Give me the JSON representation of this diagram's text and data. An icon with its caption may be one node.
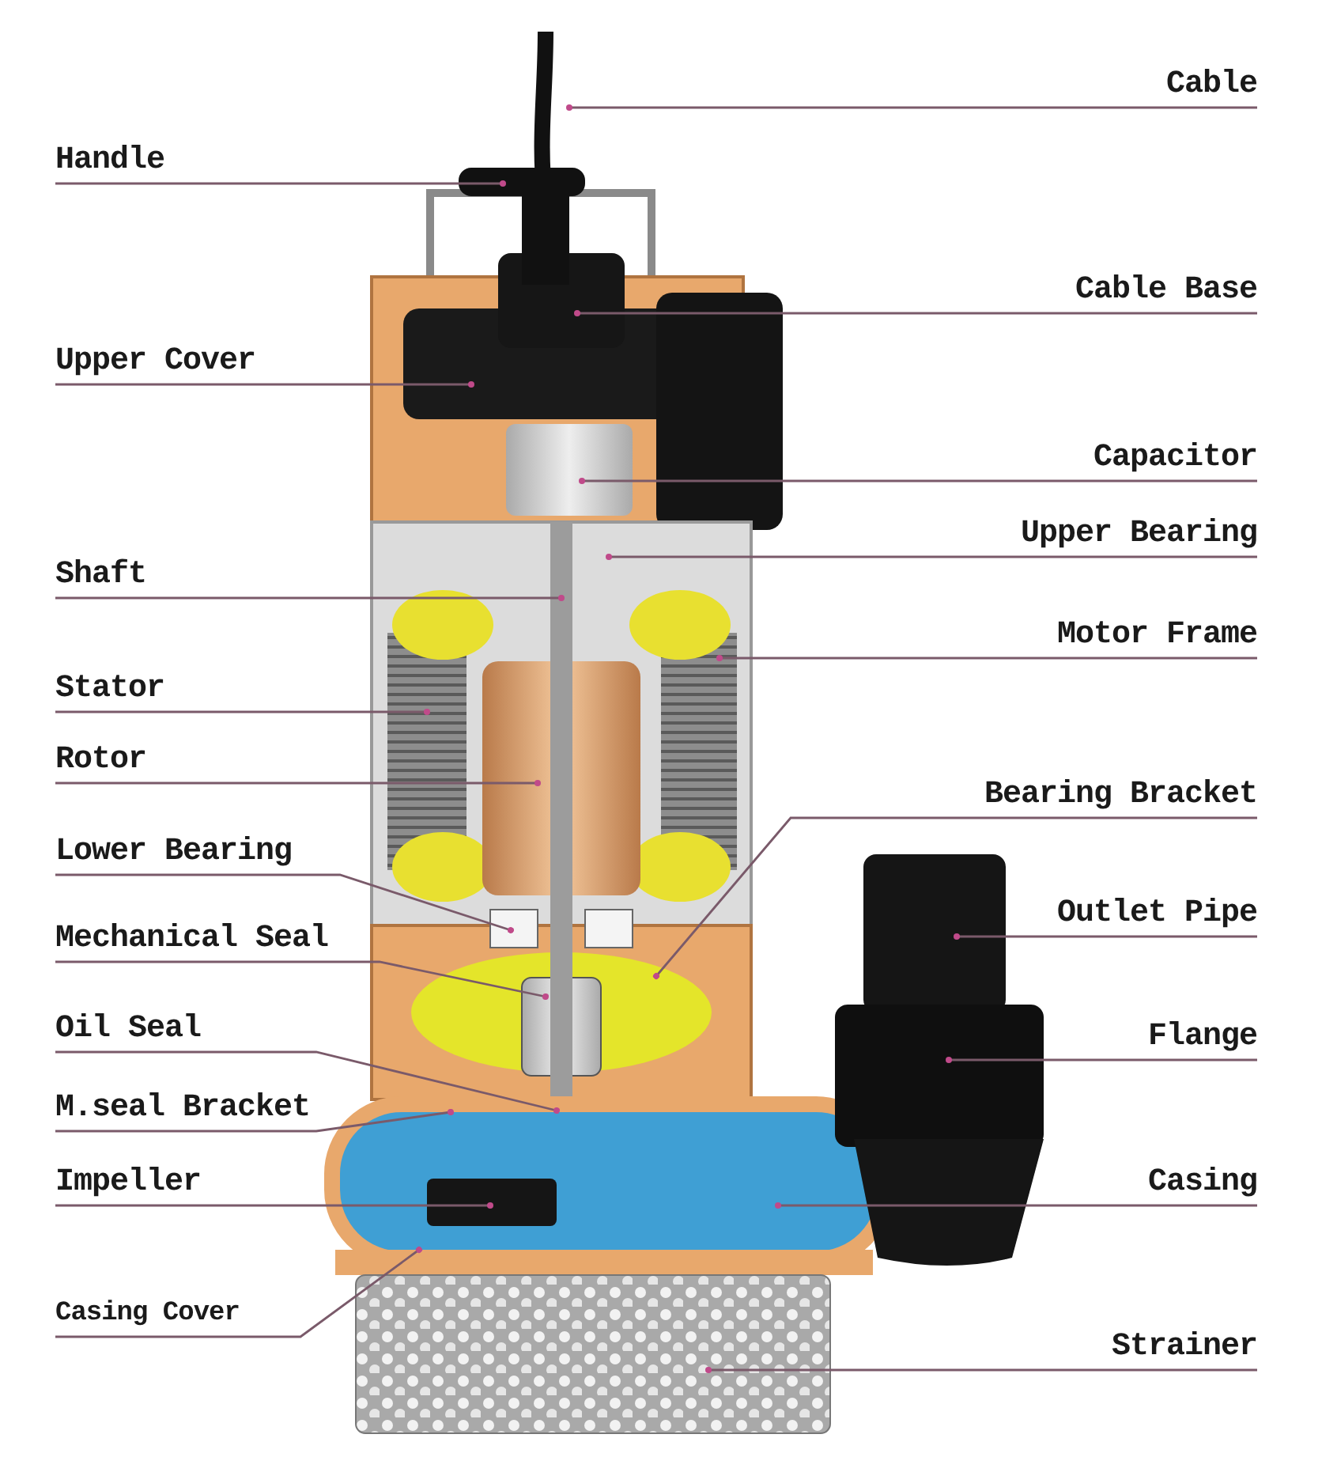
{
  "diagram": {
    "nodes": [
      {
        "text": [
          "Cable"
        ]
      },
      {
        "text": [
          "Handle"
        ]
      },
      {
        "text": [
          "Cable Base"
        ]
      },
      {
        "text": [
          "Upper Cover"
        ]
      },
      {
        "text": [
          "Capacitor"
        ]
      },
      {
        "text": [
          "Upper Bearing"
        ]
      },
      {
        "text": [
          "Shaft"
        ]
      },
      {
        "text": [
          "Motor Frame"
        ]
      },
      {
        "text": [
          "Stator"
        ]
      },
      {
        "text": [
          "Rotor"
        ]
      },
      {
        "text": [
          "Bearing Bracket"
        ]
      },
      {
        "text": [
          "Lower Bearing"
        ]
      },
      {
        "text": [
          "Outlet Pipe"
        ]
      },
      {
        "text": [
          "Mechanical Seal"
        ]
      },
      {
        "text": [
          "Oil Seal"
        ]
      },
      {
        "text": [
          "Flange"
        ]
      },
      {
        "text": [
          "M.seal Bracket"
        ]
      },
      {
        "text": [
          "Impeller"
        ]
      },
      {
        "text": [
          "Casing"
        ]
      },
      {
        "text": [
          "Casing Cover"
        ]
      },
      {
        "text": [
          "Strainer"
        ]
      }
    ],
    "edges": [
      {
        "from": 0,
        "to": null,
        "arrow": "other"
      },
      {
        "from": 1,
        "to": null,
        "arrow": "other"
      },
      {
        "from": 2,
        "to": null,
        "arrow": "other"
      },
      {
        "from": 3,
        "to": null,
        "arrow": "other"
      },
      {
        "from": 4,
        "to": null,
        "arrow": "other"
      },
      {
        "from": 5,
        "to": null,
        "arrow": "other"
      },
      {
        "from": 6,
        "to": null,
        "arrow": "other"
      },
      {
        "from": 7,
        "to": null,
        "arrow": "other"
      },
      {
        "from": 8,
        "to": null,
        "arrow": "other"
      },
      {
        "from": 9,
        "to": null,
        "arrow": "other"
      },
      {
        "from": 10,
        "to": null,
        "arrow": "other"
      },
      {
        "from": 11,
        "to": null,
        "arrow": "other"
      },
      {
        "from": 12,
        "to": null,
        "arrow": "other"
      },
      {
        "from": 13,
        "to": null,
        "arrow": "other"
      },
      {
        "from": 14,
        "to": null,
        "arrow": "other"
      },
      {
        "from": 15,
        "to": null,
        "arrow": "other"
      },
      {
        "from": 16,
        "to": null,
        "arrow": "other"
      },
      {
        "from": 17,
        "to": null,
        "arrow": "other"
      },
      {
        "from": 18,
        "to": null,
        "arrow": "other"
      },
      {
        "from": 19,
        "to": null,
        "arrow": "other"
      },
      {
        "from": 20,
        "to": null,
        "arrow": "other"
      }
    ]
  }
}
